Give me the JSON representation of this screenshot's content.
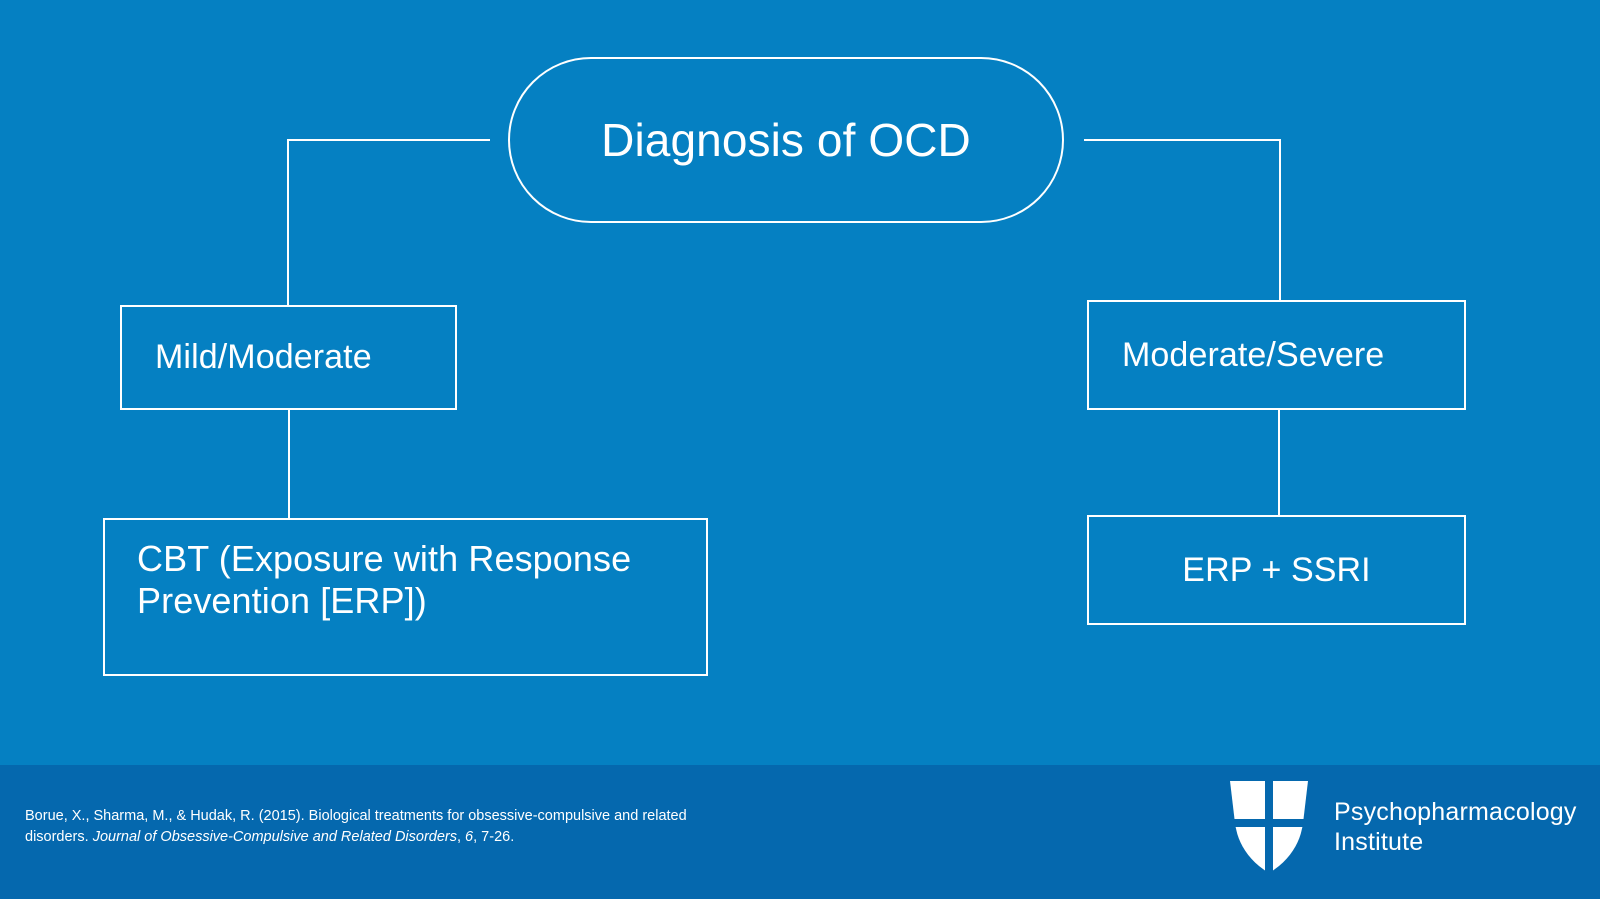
{
  "slide": {
    "background_color": "#0580c2",
    "footer_band_color": "#0568ae",
    "line_color": "#ffffff",
    "text_color": "#ffffff"
  },
  "diagram": {
    "type": "flowchart",
    "root": {
      "label": "Diagnosis of OCD",
      "shape": "stadium"
    },
    "branches": [
      {
        "severity": {
          "label": "Mild/Moderate",
          "shape": "rectangle"
        },
        "treatment": {
          "label": "CBT (Exposure with Response Prevention [ERP])",
          "shape": "rectangle"
        }
      },
      {
        "severity": {
          "label": "Moderate/Severe",
          "shape": "rectangle"
        },
        "treatment": {
          "label": "ERP + SSRI",
          "shape": "rectangle"
        }
      }
    ]
  },
  "footer": {
    "citation": {
      "part1": "Borue, X., Sharma, M., & Hudak, R. (2015). Biological treatments for obsessive-compulsive and related disorders. ",
      "journal": "Journal of Obsessive-Compulsive and Related Disorders",
      "part2": ", ",
      "volume": "6",
      "part3": ", 7-26."
    },
    "logo": {
      "icon": "shield-quadrant-logo",
      "line1": "Psychopharmacology",
      "line2": "Institute"
    }
  }
}
